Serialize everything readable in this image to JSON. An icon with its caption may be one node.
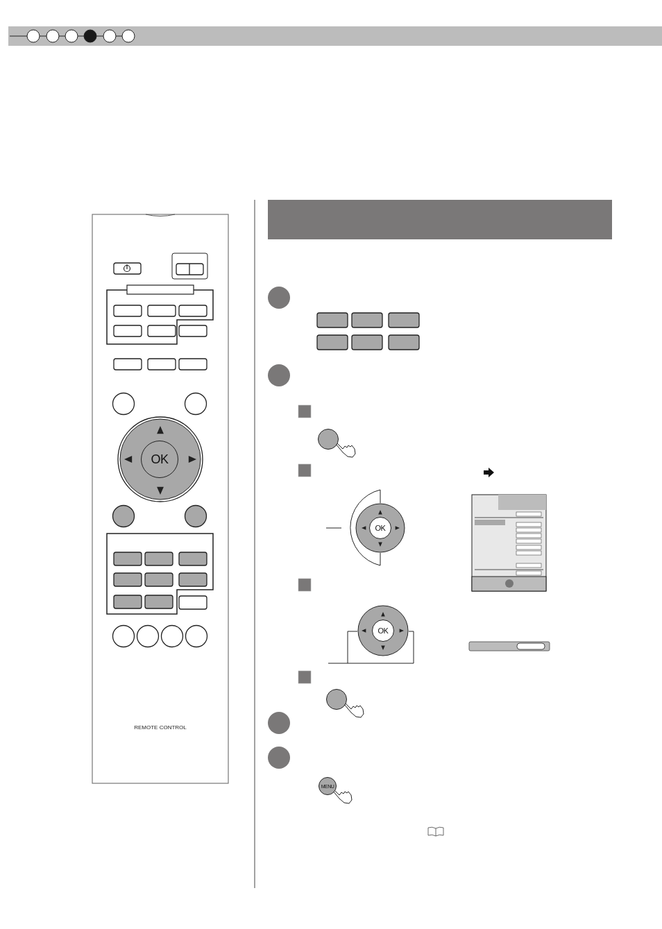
{
  "diagram": {
    "nodes": [
      {
        "text": [],
        "shape": "box"
      },
      {
        "text": [
          "OK"
        ]
      },
      {
        "text": [],
        "shape": "circle"
      },
      {
        "text": [
          "OK"
        ]
      },
      {
        "text": [
          "OK"
        ]
      },
      {
        "text": [],
        "shape": "circle"
      },
      {
        "text": [
          "MENU"
        ]
      }
    ],
    "edges": [
      {
        "from": null,
        "to": 3,
        "arrow": "none"
      },
      {
        "from": null,
        "to": 4,
        "arrow": "none"
      }
    ],
    "labels": [
      "REMOTE CONTROL"
    ]
  }
}
